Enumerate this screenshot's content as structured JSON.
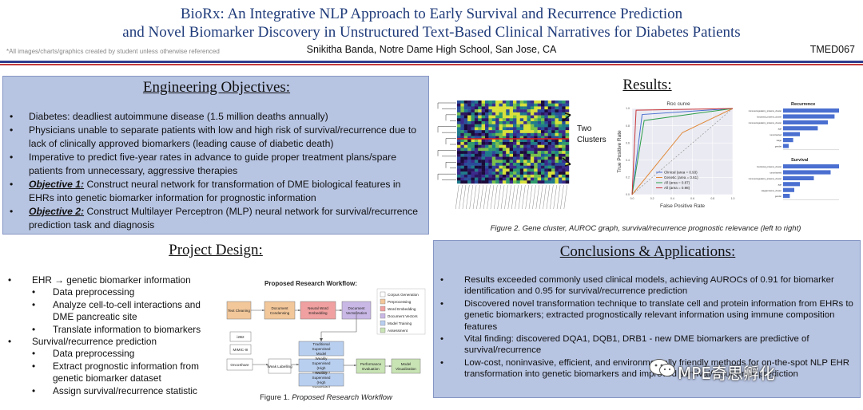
{
  "header": {
    "title_line1": "BioRx: An Integrative NLP Approach to Early Survival and Recurrence Prediction",
    "title_line2": "and Novel Biomarker Discovery in Unstructured Text-Based Clinical Narratives for Diabetes Patients",
    "disclaimer": "*All images/charts/graphics created by student unless otherwise referenced",
    "author": "Snikitha Banda, Notre Dame High School, San Jose, CA",
    "code": "TMED067"
  },
  "engineering_objectives": {
    "title": "Engineering Objectives:",
    "items": [
      {
        "prefix": "",
        "text": "Diabetes: deadliest autoimmune disease (1.5 million deaths annually)"
      },
      {
        "prefix": "",
        "text": "Physicians unable to separate patients with low and high risk of survival/recurrence due to lack of clinically approved biomarkers (leading cause of diabetic death)"
      },
      {
        "prefix": "",
        "text": "Imperative to predict five-year rates in advance to guide proper treatment plans/spare patients from unnecessary, aggressive therapies"
      },
      {
        "prefix": "Objective 1:",
        "text": " Construct neural network for transformation of DME biological features in EHRs into genetic biomarker information for prognostic information"
      },
      {
        "prefix": "Objective 2:",
        "text": " Construct Multilayer Perceptron (MLP) neural network for survival/recurrence prediction task and diagnosis"
      }
    ]
  },
  "results": {
    "title": "Results:",
    "heatmap_label": "Two Clusters",
    "roc": {
      "title": "Roc curve",
      "xlabel": "False Positive Rate",
      "ylabel": "True Positive Rate",
      "legend": [
        "Clinical (area = 0.93)",
        "Genetic (area = 0.61)",
        "All (area = 0.87)",
        "All (area = 0.98)"
      ],
      "colors": [
        "#4a6fd0",
        "#e08a3a",
        "#2e9e4a",
        "#c8363a"
      ]
    },
    "relevance": {
      "recurrence_title": "Recurrence",
      "survival_title": "Survival",
      "recurrence_labels": [
        "immune/regulatory_proteins_cluster",
        "functional_proteins_cluster",
        "immune/regulatory_proteins_cluster",
        "age",
        "tumor/sorted",
        "stage",
        "gender"
      ],
      "recurrence_values": [
        1.0,
        0.92,
        0.8,
        0.62,
        0.3,
        0.18,
        0.1
      ],
      "survival_labels": [
        "functional_proteins_cluster",
        "tumor/sorted",
        "immune/regulatory_proteins_cluster",
        "age",
        "stage/proteins_cluster",
        "gender"
      ],
      "survival_values": [
        1.0,
        0.85,
        0.55,
        0.3,
        0.2,
        0.12
      ],
      "bar_color": "#4a6fd0"
    },
    "caption": "Figure 2. Gene cluster, AUROC graph, survival/recurrence prognostic relevance (left to right)"
  },
  "project_design": {
    "title": "Project Design:",
    "items": [
      {
        "level": 1,
        "text": "EHR → genetic biomarker information"
      },
      {
        "level": 2,
        "text": "Data preprocessing"
      },
      {
        "level": 2,
        "text": "Analyze cell-to-cell interactions and DME pancreatic site"
      },
      {
        "level": 2,
        "text": "Translate information to biomarkers"
      },
      {
        "level": 1,
        "text": "Survival/recurrence prediction"
      },
      {
        "level": 2,
        "text": "Data preprocessing"
      },
      {
        "level": 2,
        "text": "Extract prognostic information from genetic biomarker dataset"
      },
      {
        "level": 2,
        "text": "Assign survival/recurrence statistic"
      }
    ],
    "workflow": {
      "title": "Proposed Research Workflow:",
      "boxes": {
        "text_cleaning": "Text Cleaning",
        "doc_condensing": "Document Condensing",
        "word_embedding": "Neural Word Embedding",
        "doc_vectorization": "Document Vectorization",
        "i2b2": "i2B2",
        "mimic": "MIMIC-III",
        "oncoshare": "OncoShare",
        "weak_labelling": "Weak Labelling",
        "traditional": "Traditional Supervised Model",
        "weak_spec": "Weakly Supervised (High Specificity)",
        "weak_sens": "Weakly Supervised (High Sensitivity)",
        "performance": "Performance Evaluation",
        "visualization": "Model Visualization"
      },
      "legend": [
        "Corpus Generation",
        "Preprocessing",
        "Word Embedding",
        "Document Vectors",
        "Model Training",
        "Assessment"
      ],
      "legend_colors": [
        "#ffffff",
        "#f2c79a",
        "#f0a0a0",
        "#c9b8e6",
        "#b9cff0",
        "#c8e3b4"
      ]
    },
    "caption_prefix": "Figure 1. ",
    "caption_italic": "Proposed Research Workflow"
  },
  "conclusions": {
    "title": "Conclusions & Applications:",
    "items": [
      "Results exceeded commonly used clinical models, achieving AUROCs of 0.91 for biomarker identification and 0.95 for survival/recurrence prediction",
      "Discovered novel transformation technique to translate cell and protein information from EHRs to genetic biomarkers; extracted prognostically relevant information using immune composition features",
      "Vital finding: discovered DQA1, DQB1, DRB1 - new DME biomarkers are predictive of survival/recurrence",
      "Low-cost, noninvasive, efficient, and environmentally friendly methods for on-the-spot NLP EHR transformation into genetic biomarkers and improved survival/recurrence prediction"
    ]
  },
  "watermark": "MPE奇思孵化"
}
